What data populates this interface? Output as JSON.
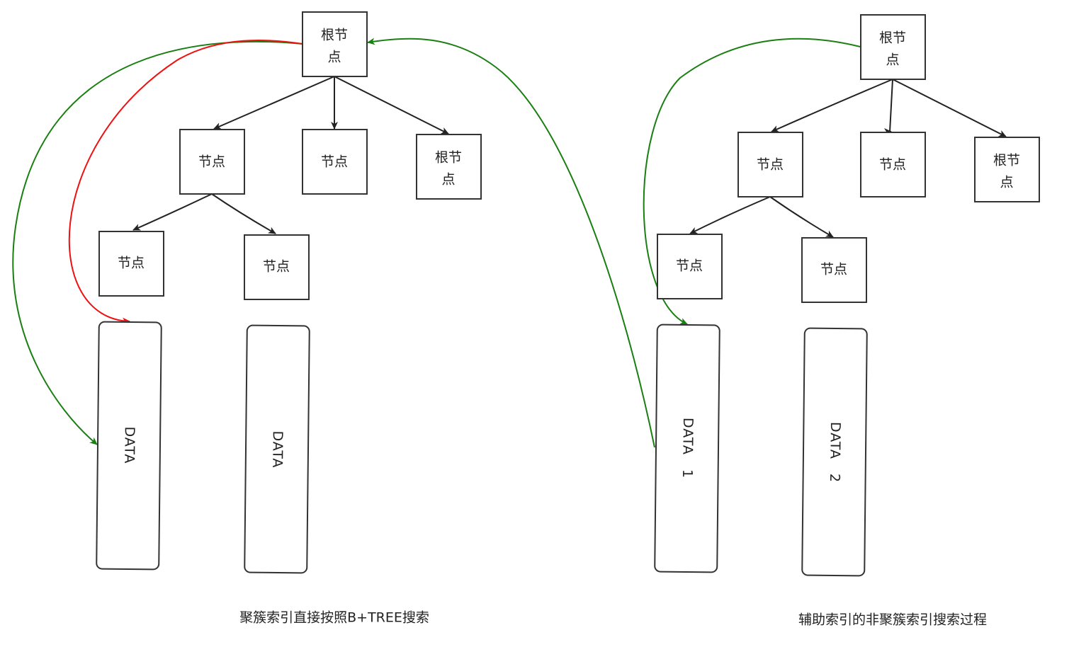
{
  "left_diagram": {
    "root": {
      "line1": "根节",
      "line2": "点"
    },
    "level1": {
      "node_a": "节点",
      "node_b": "节点",
      "node_c": {
        "line1": "根节",
        "line2": "点"
      }
    },
    "level2": {
      "node_a": "节点",
      "node_b": "节点"
    },
    "data_blocks": [
      "DATA",
      "DATA"
    ],
    "caption": "聚簇索引直接按照B+TREE搜索"
  },
  "right_diagram": {
    "root": {
      "line1": "根节",
      "line2": "点"
    },
    "level1": {
      "node_a": "节点",
      "node_b": "节点",
      "node_c": {
        "line1": "根节",
        "line2": "点"
      }
    },
    "level2": {
      "node_a": "节点",
      "node_b": "节点"
    },
    "data_blocks": [
      "DATA　1",
      "DATA　2"
    ],
    "caption": "辅助索引的非聚簇索引搜索过程"
  },
  "colors": {
    "node_stroke": "#333333",
    "edge": "#222222",
    "search_path_green": "#1a7f12",
    "search_path_red": "#ee1111"
  }
}
